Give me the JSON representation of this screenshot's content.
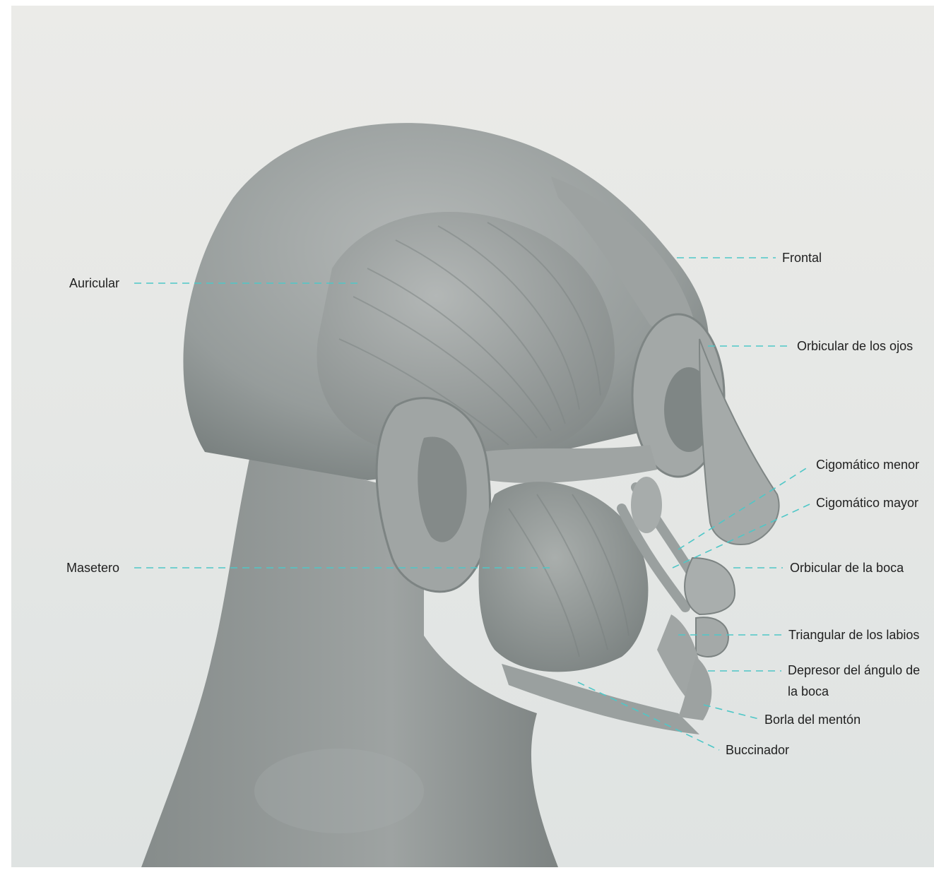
{
  "figure": {
    "labels": [
      {
        "id": "auricular",
        "text": "Auricular"
      },
      {
        "id": "frontal",
        "text": "Frontal"
      },
      {
        "id": "orbicular-ojos",
        "text": "Orbicular de los ojos"
      },
      {
        "id": "cigomatico-menor",
        "text": "Cigomático menor"
      },
      {
        "id": "cigomatico-mayor",
        "text": "Cigomático mayor"
      },
      {
        "id": "masetero",
        "text": "Masetero"
      },
      {
        "id": "orbicular-boca",
        "text": "Orbicular de la boca"
      },
      {
        "id": "triangular-labios",
        "text": "Triangular de los labios"
      },
      {
        "id": "depresor",
        "text": "Depresor del ángulo de la boca"
      },
      {
        "id": "borla-menton",
        "text": "Borla del mentón"
      },
      {
        "id": "buccinador",
        "text": "Buccinador"
      }
    ]
  },
  "colors": {
    "background_top": "#e6e6e3",
    "background_bottom": "#dfe3e2",
    "skin_light": "#a9adac",
    "skin_mid": "#8e9493",
    "skin_dark": "#6f7675",
    "leader_line": "#4fc7c7",
    "label_text": "#1f1f1f"
  }
}
